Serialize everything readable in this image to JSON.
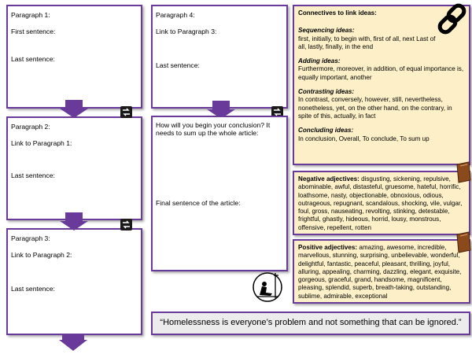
{
  "left_column": {
    "p1": {
      "heading": "Paragraph 1:",
      "first": "First sentence:",
      "last": "Last sentence:"
    },
    "p2": {
      "heading": "Paragraph 2:",
      "link": "Link to Paragraph 1:",
      "last": "Last sentence:"
    },
    "p3": {
      "heading": "Paragraph 3:",
      "link": "Link to Paragraph 2:",
      "last": "Last sentence:"
    }
  },
  "middle_column": {
    "p4": {
      "heading": "Paragraph 4:",
      "link": "Link to Paragraph 3:",
      "last": "Last sentence:"
    },
    "conclusion": {
      "prompt_line1": "How will you begin your conclusion? It",
      "prompt_line2": "needs to sum up the whole article:",
      "final": "Final sentence of the article:"
    }
  },
  "connectives": {
    "title": "Connectives to link ideas:",
    "sequencing_title": "Sequencing ideas:",
    "sequencing_text": "first, initially, to begin with, first of all, next Last of all, lastly, finally, in the end",
    "adding_title": "Adding ideas:",
    "adding_text": "Furthermore, moreover, in addition, of equal importance is, equally important, another",
    "contrasting_title": "Contrasting ideas:",
    "contrasting_text": "In contrast, conversely, however, still, nevertheless, nonetheless, yet, on the other hand, on the contrary, in spite of this, actually, in fact",
    "concluding_title": "Concluding ideas:",
    "concluding_text": "In conclusion, Overall, To conclude, To sum up"
  },
  "negative": {
    "title": "Negative adjectives:",
    "text": "disgusting, sickening, repulsive, abominable, awful, distasteful, gruesome, hateful, horrific, loathsome, nasty, objectionable, obnoxious, odious, outrageous, repugnant, scandalous, shocking, vile, vulgar, foul, gross, nauseating, revolting, stinking, detestable, frightful, ghastly, hideous, horrid, lousy, monstrous, offensive, repellent, rotten"
  },
  "positive": {
    "title": "Positive adjectives:",
    "text": "amazing, awesome, incredible, marvellous, stunning, surprising, unbelievable, wonderful, delightful, fantastic, peaceful, pleasant, thrilling, joyful, alluring, appealing, charming, dazzling, elegant, exquisite, gorgeous, graceful, grand, handsome, magnificent, pleasing, splendid, superb, breath-taking, outstanding, sublime, admirable, exceptional"
  },
  "quote": "“Homelessness is everyone’s problem and not something that can be ignored.”",
  "colors": {
    "border": "#6a3a9a",
    "panel_bg": "#fdf0c8",
    "quote_bg": "#ececec"
  },
  "icons": [
    "chain-link-icon",
    "book-icon",
    "swap-arrows-icon",
    "homeless-figure-icon"
  ]
}
